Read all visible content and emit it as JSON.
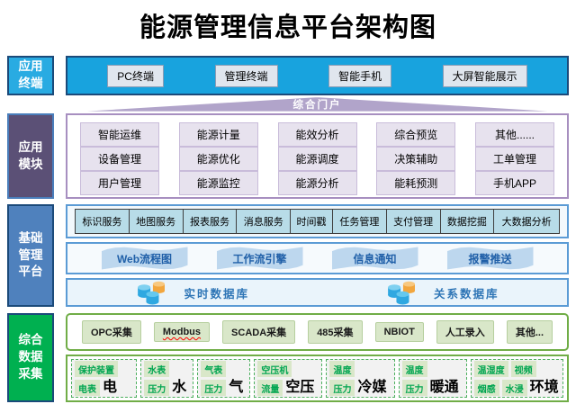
{
  "title": "能源管理信息平台架构图",
  "terminal": {
    "label": "应用\n终端",
    "items": [
      "PC终端",
      "管理终端",
      "智能手机",
      "大屏智能展示"
    ]
  },
  "portal": {
    "label": "综合门户"
  },
  "modules": {
    "label": "应用\n模块",
    "rows": [
      [
        "智能运维",
        "能源计量",
        "能效分析",
        "综合预览",
        "其他......"
      ],
      [
        "设备管理",
        "能源优化",
        "能源调度",
        "决策辅助",
        "工单管理"
      ],
      [
        "用户管理",
        "能源监控",
        "能源分析",
        "能耗预测",
        "手机APP"
      ]
    ]
  },
  "platform": {
    "label": "基础\n管理\n平台",
    "services": [
      "标识服务",
      "地图服务",
      "报表服务",
      "消息服务",
      "时间戳",
      "任务管理",
      "支付管理",
      "数据挖掘",
      "大数据分析"
    ],
    "engines": [
      "Web流程图",
      "工作流引擎",
      "信息通知",
      "报警推送"
    ],
    "databases": [
      "实时数据库",
      "关系数据库"
    ]
  },
  "collection": {
    "label": "综合\n数据\n采集",
    "protocols": [
      "OPC采集",
      "Modbus",
      "SCADA采集",
      "485采集",
      "NBIOT",
      "人工录入",
      "其他..."
    ],
    "devices": [
      {
        "sensors": [
          "保护装置",
          "电表"
        ],
        "name": "电"
      },
      {
        "sensors": [
          "水表",
          "压力"
        ],
        "name": "水"
      },
      {
        "sensors": [
          "气表",
          "压力"
        ],
        "name": "气"
      },
      {
        "sensors": [
          "空压机",
          "流量"
        ],
        "name": "空压"
      },
      {
        "sensors": [
          "温度",
          "压力"
        ],
        "name": "冷媒"
      },
      {
        "sensors": [
          "温度",
          "压力"
        ],
        "name": "暖通"
      },
      {
        "sensors": [
          "温湿度",
          "视频",
          "烟感",
          "水浸"
        ],
        "name": "环境"
      }
    ]
  },
  "colors": {
    "terminal_bar": "#18a3de",
    "terminal_label": "#29abe2",
    "portal_banner": "#b1a4ca",
    "modules_label": "#5b5076",
    "module_button": "#e7e2ee",
    "platform_label": "#4f81bd",
    "service_cell": "#b8dce8",
    "engine_shape": "#bdd7ee",
    "db_text": "#2e75b6",
    "db_cylinder_blue": "#2fa8e1",
    "db_cylinder_orange": "#f2a63e",
    "collection_label": "#00b050",
    "protocol_button": "#d9e7c9",
    "sensor_chip_text": "#00a550"
  }
}
